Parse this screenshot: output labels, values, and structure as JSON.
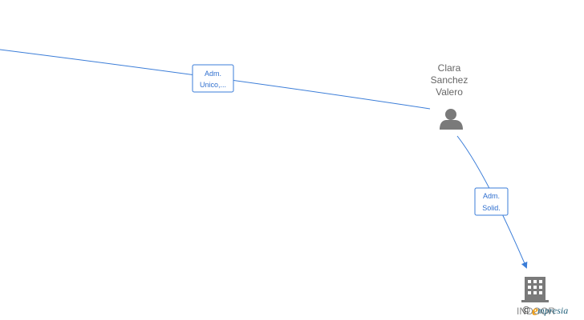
{
  "nodes": {
    "person": {
      "name_lines": [
        "Clara",
        "Sanchez",
        "Valero"
      ],
      "icon": "person-icon"
    },
    "company": {
      "label": "INDOOR",
      "icon": "building-icon"
    }
  },
  "edges": [
    {
      "label_lines": [
        "Adm.",
        "Unico,..."
      ]
    },
    {
      "label_lines": [
        "Adm.",
        "Solid."
      ]
    }
  ],
  "watermark": {
    "copyright_symbol": "©",
    "brand_initial": "e",
    "brand_rest": "mpresia"
  },
  "colors": {
    "edge": "#3b7dd8",
    "edge_text": "#2f6fcf",
    "node_icon": "#7a7a7a",
    "node_text": "#666666",
    "brand_accent": "#f0a018",
    "brand_text": "#1f5f7a"
  }
}
